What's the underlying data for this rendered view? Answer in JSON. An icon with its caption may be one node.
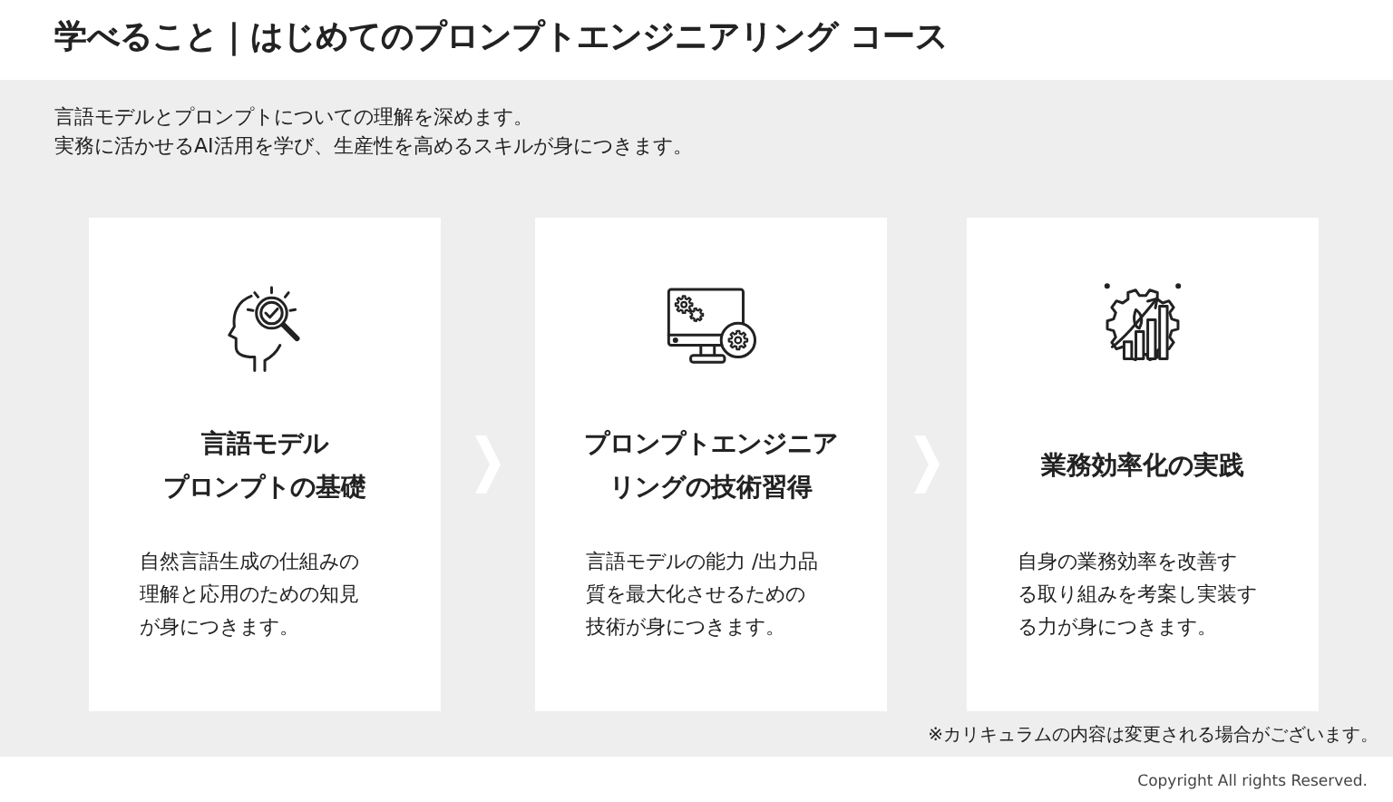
{
  "diagram": {
    "title": "学べること｜はじめてのプロンプトエンジニアリング コース",
    "nodes": [
      {
        "text": [
          "言語モデルプロンプトの基礎",
          "自然言語生成の仕組みの理解と応用のための知見が身につきます。"
        ]
      },
      {
        "text": [
          "プロンプトエンジニアリングの技術習得",
          "言語モデルの能力 /出力品質を最大化させるための技術が身につきます。"
        ]
      },
      {
        "text": [
          "業務効率化の実践",
          "自身の業務効率を改善する取り組みを考案し実装する力が身につきます。"
        ]
      }
    ],
    "edges": [
      {
        "from": 0,
        "to": 1,
        "arrow": "to"
      },
      {
        "from": 1,
        "to": 2,
        "arrow": "to"
      }
    ],
    "labels": [
      "言語モデルとプロンプトについての理解を深めます。",
      "実務に活かせるAI活用を学び、生産性を高めるスキルが身につきます。",
      "※カリキュラムの内容は変更される場合がございます。",
      "Copyright All rights Reserved."
    ]
  }
}
